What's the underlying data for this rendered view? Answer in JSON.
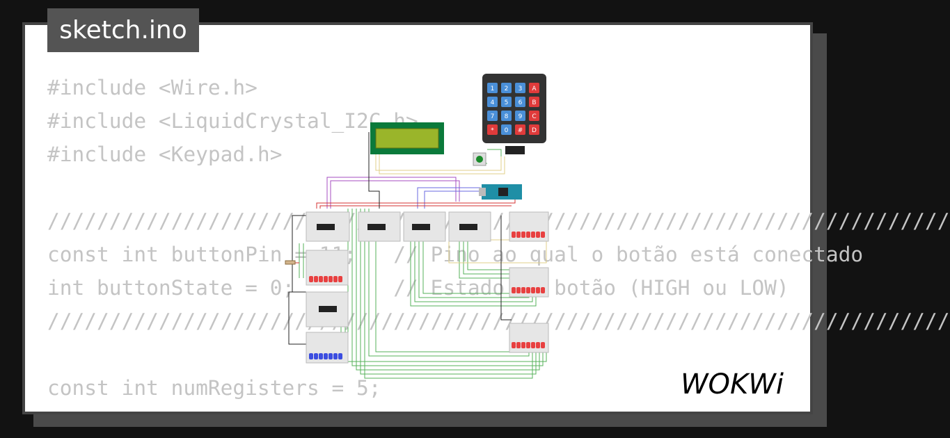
{
  "tab": {
    "title": "sketch.ino"
  },
  "code_lines": [
    "#include <Wire.h>",
    "#include <LiquidCrystal_I2C.h>",
    "#include <Keypad.h>",
    "",
    "/////////////////////////////////////////////////////////////////////////",
    "const int buttonPin = 11;   // Pino ao qual o botão está conectado",
    "int buttonState = 0;        // Estado do botão (HIGH ou LOW)",
    "/////////////////////////////////////////////////////////////////////////",
    "",
    "const int numRegisters = 5;"
  ],
  "keypad": {
    "keys": [
      "1",
      "2",
      "3",
      "A",
      "4",
      "5",
      "6",
      "B",
      "7",
      "8",
      "9",
      "C",
      "*",
      "0",
      "#",
      "D"
    ]
  },
  "logo": {
    "text": "WOKWi"
  },
  "colors": {
    "background": "#121212",
    "card": "#ffffff",
    "code_text": "#c4c4c4",
    "tab_bg": "#545454",
    "key_blue": "#4a8fd8",
    "key_red": "#e03b3b",
    "lcd_board": "#0b7a3b",
    "lcd_screen": "#9ab52a",
    "arduino": "#1f8fa6",
    "wire_green": "#4caf50"
  }
}
